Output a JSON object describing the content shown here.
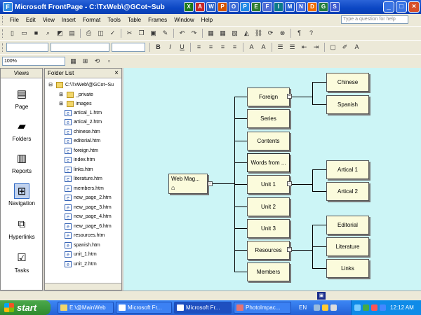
{
  "window": {
    "title": "Microsoft FrontPage - C:\\TxWeb\\@GCot~Sub",
    "help_placeholder": "Type a question for help"
  },
  "menu": [
    "File",
    "Edit",
    "View",
    "Insert",
    "Format",
    "Tools",
    "Table",
    "Frames",
    "Window",
    "Help"
  ],
  "toolbar": {
    "zoom": "100%"
  },
  "views_panel": {
    "header": "Views",
    "items": [
      "Page",
      "Folders",
      "Reports",
      "Navigation",
      "Hyperlinks",
      "Tasks"
    ]
  },
  "folder_list": {
    "header": "Folder List",
    "close": "×",
    "root": "C:\\TxWeb\\@GCot~Su",
    "folders": [
      "_private",
      "images"
    ],
    "files": [
      "artical_1.htm",
      "artical_2.htm",
      "chinese.htm",
      "editorial.htm",
      "foreign.htm",
      "index.htm",
      "links.htm",
      "literature.htm",
      "members.htm",
      "new_page_2.htm",
      "new_page_3.htm",
      "new_page_4.htm",
      "new_page_6.htm",
      "resources.htm",
      "spanish.htm",
      "unit_1.htm",
      "unit_2.htm"
    ]
  },
  "navigation": {
    "root": "Web Mag...",
    "level1": [
      "Foreign",
      "Series",
      "Contents",
      "Words from ...",
      "Unit 1",
      "Unit 2",
      "Unit 3",
      "Resources",
      "Members"
    ],
    "foreign_children": [
      "Chinese",
      "Spanish"
    ],
    "unit1_children": [
      "Artical 1",
      "Artical 2"
    ],
    "resources_children": [
      "Editorial",
      "Literature",
      "Links"
    ]
  },
  "taskbar": {
    "start": "start",
    "tasks": [
      "E:\\@MainWeb",
      "Microsoft Fr...",
      "Microsoft Fr...",
      "PhotoImpac..."
    ],
    "language": "EN",
    "clock": "12:12 AM"
  }
}
